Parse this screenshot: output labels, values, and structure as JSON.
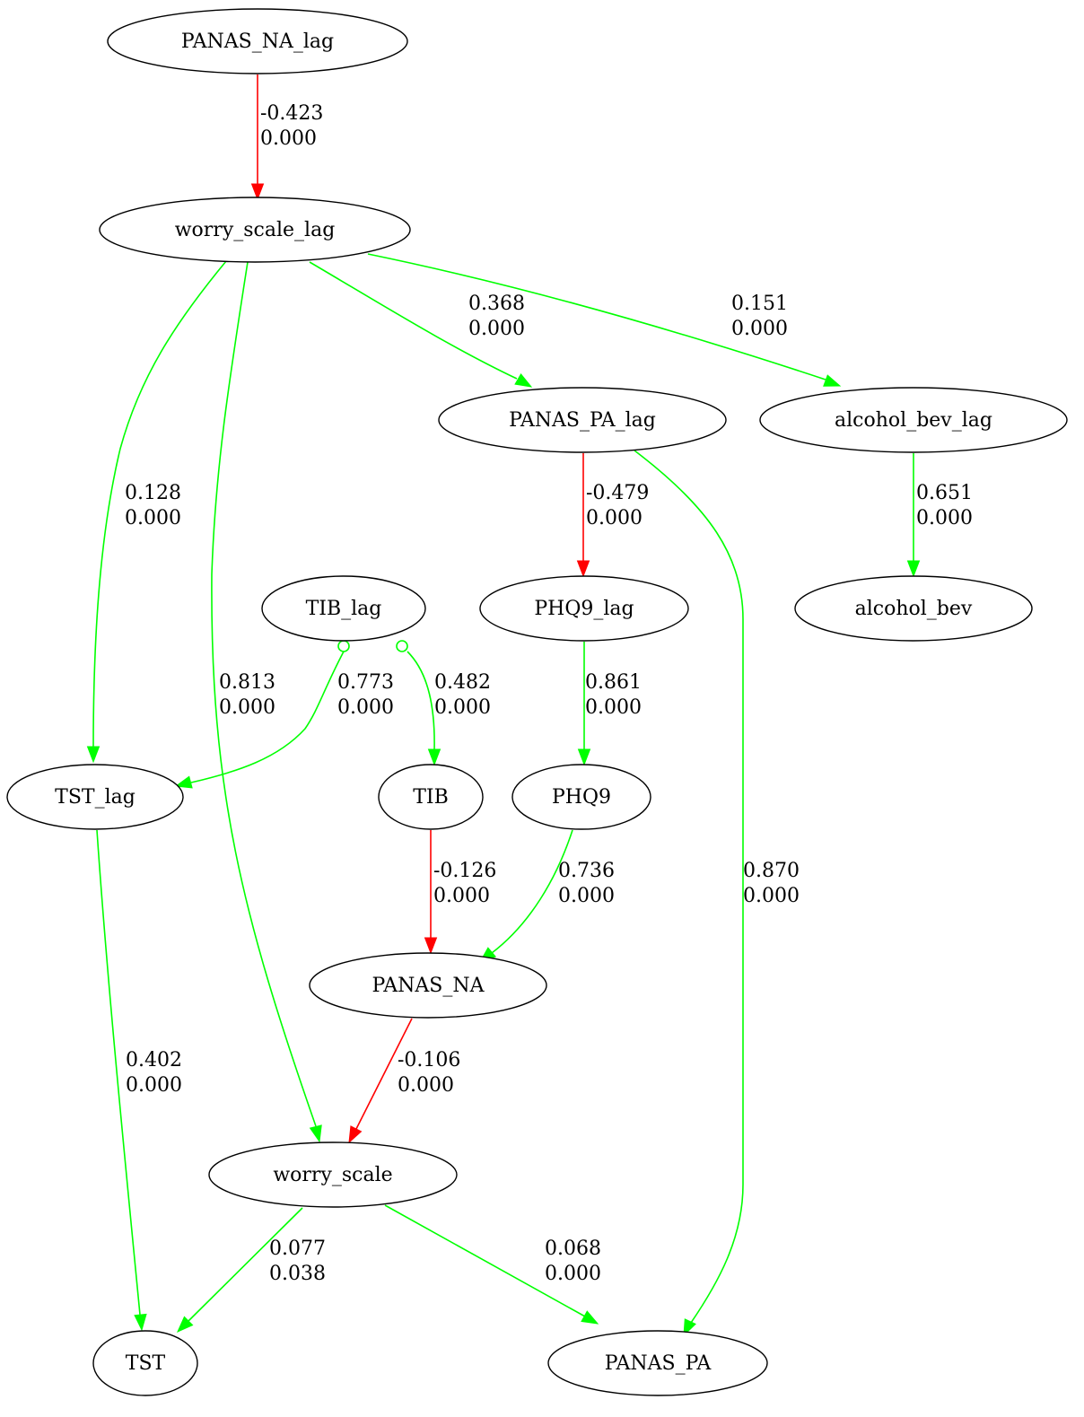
{
  "colors": {
    "positive": "#00ff00",
    "negative": "#ff0000",
    "node_stroke": "#000000"
  },
  "nodes": [
    {
      "id": "PANAS_NA_lag",
      "label": "PANAS_NA_lag"
    },
    {
      "id": "worry_scale_lag",
      "label": "worry_scale_lag"
    },
    {
      "id": "PANAS_PA_lag",
      "label": "PANAS_PA_lag"
    },
    {
      "id": "alcohol_bev_lag",
      "label": "alcohol_bev_lag"
    },
    {
      "id": "TIB_lag",
      "label": "TIB_lag"
    },
    {
      "id": "PHQ9_lag",
      "label": "PHQ9_lag"
    },
    {
      "id": "alcohol_bev",
      "label": "alcohol_bev"
    },
    {
      "id": "TST_lag",
      "label": "TST_lag"
    },
    {
      "id": "TIB",
      "label": "TIB"
    },
    {
      "id": "PHQ9",
      "label": "PHQ9"
    },
    {
      "id": "PANAS_NA",
      "label": "PANAS_NA"
    },
    {
      "id": "worry_scale",
      "label": "worry_scale"
    },
    {
      "id": "TST",
      "label": "TST"
    },
    {
      "id": "PANAS_PA",
      "label": "PANAS_PA"
    }
  ],
  "edges": [
    {
      "from": "PANAS_NA_lag",
      "to": "worry_scale_lag",
      "coef": "-0.423",
      "p": "0.000",
      "sign": "negative",
      "tail": "none"
    },
    {
      "from": "worry_scale_lag",
      "to": "PANAS_PA_lag",
      "coef": "0.368",
      "p": "0.000",
      "sign": "positive",
      "tail": "none"
    },
    {
      "from": "worry_scale_lag",
      "to": "alcohol_bev_lag",
      "coef": "0.151",
      "p": "0.000",
      "sign": "positive",
      "tail": "none"
    },
    {
      "from": "worry_scale_lag",
      "to": "TST_lag",
      "coef": "0.128",
      "p": "0.000",
      "sign": "positive",
      "tail": "none"
    },
    {
      "from": "worry_scale_lag",
      "to": "worry_scale",
      "coef": "0.813",
      "p": "0.000",
      "sign": "positive",
      "tail": "none"
    },
    {
      "from": "PANAS_PA_lag",
      "to": "PHQ9_lag",
      "coef": "-0.479",
      "p": "0.000",
      "sign": "negative",
      "tail": "none"
    },
    {
      "from": "PANAS_PA_lag",
      "to": "PANAS_PA",
      "coef": "0.870",
      "p": "0.000",
      "sign": "positive",
      "tail": "none"
    },
    {
      "from": "alcohol_bev_lag",
      "to": "alcohol_bev",
      "coef": "0.651",
      "p": "0.000",
      "sign": "positive",
      "tail": "none"
    },
    {
      "from": "TIB_lag",
      "to": "TST_lag",
      "coef": "0.773",
      "p": "0.000",
      "sign": "positive",
      "tail": "circle"
    },
    {
      "from": "TIB_lag",
      "to": "TIB",
      "coef": "0.482",
      "p": "0.000",
      "sign": "positive",
      "tail": "circle"
    },
    {
      "from": "PHQ9_lag",
      "to": "PHQ9",
      "coef": "0.861",
      "p": "0.000",
      "sign": "positive",
      "tail": "none"
    },
    {
      "from": "TIB",
      "to": "PANAS_NA",
      "coef": "-0.126",
      "p": "0.000",
      "sign": "negative",
      "tail": "none"
    },
    {
      "from": "PHQ9",
      "to": "PANAS_NA",
      "coef": "0.736",
      "p": "0.000",
      "sign": "positive",
      "tail": "none"
    },
    {
      "from": "TST_lag",
      "to": "TST",
      "coef": "0.402",
      "p": "0.000",
      "sign": "positive",
      "tail": "none"
    },
    {
      "from": "PANAS_NA",
      "to": "worry_scale",
      "coef": "-0.106",
      "p": "0.000",
      "sign": "negative",
      "tail": "none"
    },
    {
      "from": "worry_scale",
      "to": "TST",
      "coef": "0.077",
      "p": "0.038",
      "sign": "positive",
      "tail": "none"
    },
    {
      "from": "worry_scale",
      "to": "PANAS_PA",
      "coef": "0.068",
      "p": "0.000",
      "sign": "positive",
      "tail": "none"
    }
  ]
}
